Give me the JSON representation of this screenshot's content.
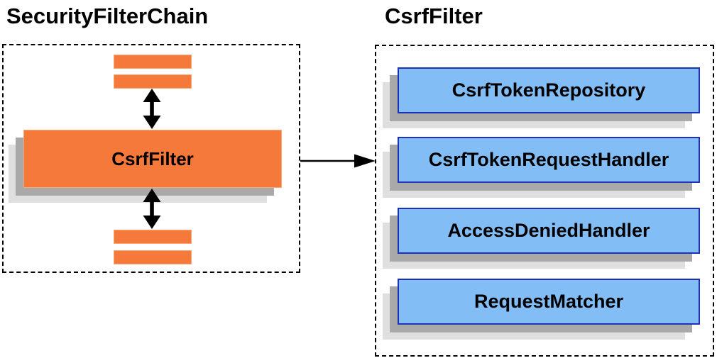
{
  "left_panel": {
    "title": "SecurityFilterChain",
    "filter_box_label": "CsrfFilter"
  },
  "right_panel": {
    "title": "CsrfFilter",
    "boxes": [
      {
        "label": "CsrfTokenRepository"
      },
      {
        "label": "CsrfTokenRequestHandler"
      },
      {
        "label": "AccessDeniedHandler"
      },
      {
        "label": "RequestMatcher"
      }
    ]
  },
  "colors": {
    "orange_fill": "#F4793A",
    "orange_border": "#F9A873",
    "blue_fill": "#82BEF5",
    "blue_border": "#1E32B8",
    "shadow_gray": "#A9A9A9",
    "shadow_light": "#DFDFDF",
    "arrow_black": "#000000"
  }
}
